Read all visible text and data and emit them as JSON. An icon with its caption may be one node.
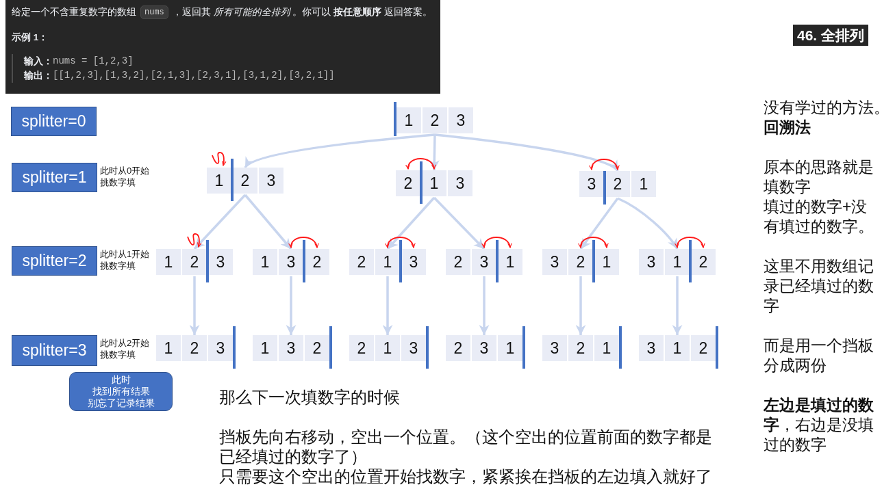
{
  "diagram": {
    "title": "46. 全排列",
    "nodes": [
      {
        "text": [
          "给定一个不含重复数字的数组",
          "nums",
          "，返回其 *所有可能的全排列* 。你可以 **按任意顺序** 返回答案。",
          "示例 1：",
          "输入：",
          "nums = [1,2,3]",
          "输出：",
          "[[1,2,3],[1,3,2],[2,1,3],[2,3,1],[3,1,2],[3,2,1]]"
        ]
      },
      {
        "text": [
          "splitter=0"
        ]
      },
      {
        "text": [
          "1",
          "2",
          "3"
        ]
      },
      {
        "text": [
          "splitter=1"
        ],
        "beside": [
          "此时从0开始挑数字填"
        ]
      },
      {
        "text": [
          "1",
          "2",
          "3"
        ]
      },
      {
        "text": [
          "2",
          "1",
          "3"
        ]
      },
      {
        "text": [
          "3",
          "2",
          "1"
        ]
      },
      {
        "text": [
          "splitter=2"
        ],
        "beside": [
          "此时从1开始挑数字填"
        ]
      },
      {
        "text": [
          "1",
          "2",
          "3"
        ]
      },
      {
        "text": [
          "1",
          "3",
          "2"
        ]
      },
      {
        "text": [
          "2",
          "1",
          "3"
        ]
      },
      {
        "text": [
          "2",
          "3",
          "1"
        ]
      },
      {
        "text": [
          "3",
          "2",
          "1"
        ]
      },
      {
        "text": [
          "3",
          "1",
          "2"
        ]
      },
      {
        "text": [
          "splitter=3"
        ],
        "beside": [
          "此时从2开始挑数字填"
        ]
      },
      {
        "text": [
          "1",
          "2",
          "3"
        ]
      },
      {
        "text": [
          "1",
          "3",
          "2"
        ]
      },
      {
        "text": [
          "2",
          "1",
          "3"
        ]
      },
      {
        "text": [
          "2",
          "3",
          "1"
        ]
      },
      {
        "text": [
          "3",
          "2",
          "1"
        ]
      },
      {
        "text": [
          "3",
          "1",
          "2"
        ]
      },
      {
        "text": [
          "此时",
          "找到所有结果",
          "别忘了记录结果"
        ]
      }
    ],
    "edges": [
      {
        "from": 2,
        "to": 4,
        "arrow": "to"
      },
      {
        "from": 2,
        "to": 5,
        "arrow": "to"
      },
      {
        "from": 2,
        "to": 6,
        "arrow": "to"
      },
      {
        "from": 4,
        "to": 8,
        "arrow": "to"
      },
      {
        "from": 4,
        "to": 9,
        "arrow": "to"
      },
      {
        "from": 5,
        "to": 10,
        "arrow": "to"
      },
      {
        "from": 5,
        "to": 11,
        "arrow": "to"
      },
      {
        "from": 6,
        "to": 12,
        "arrow": "to"
      },
      {
        "from": 6,
        "to": 13,
        "arrow": "to"
      },
      {
        "from": 8,
        "to": 15,
        "arrow": "to"
      },
      {
        "from": 9,
        "to": 16,
        "arrow": "to"
      },
      {
        "from": 10,
        "to": 17,
        "arrow": "to"
      },
      {
        "from": 11,
        "to": 18,
        "arrow": "to"
      },
      {
        "from": 12,
        "to": 19,
        "arrow": "to"
      },
      {
        "from": 13,
        "to": 20,
        "arrow": "to"
      }
    ],
    "labels": [
      "没有学过的方法。",
      "回溯法",
      "原本的思路就是填数字",
      "填过的数字+没有填过的数字。",
      "这里不用数组记录已经填过的数字",
      "而是用一个挡板分成两份",
      "**左边是填过的数字**，右边是没填过的数字",
      "那么下一次填数字的时候",
      "挡板先向右移动，空出一个位置。（这个空出的位置前面的数字都是已经填过的数字了）",
      "只需要这个空出的位置开始找数字，紧紧挨在挡板的左边填入就好了"
    ]
  }
}
